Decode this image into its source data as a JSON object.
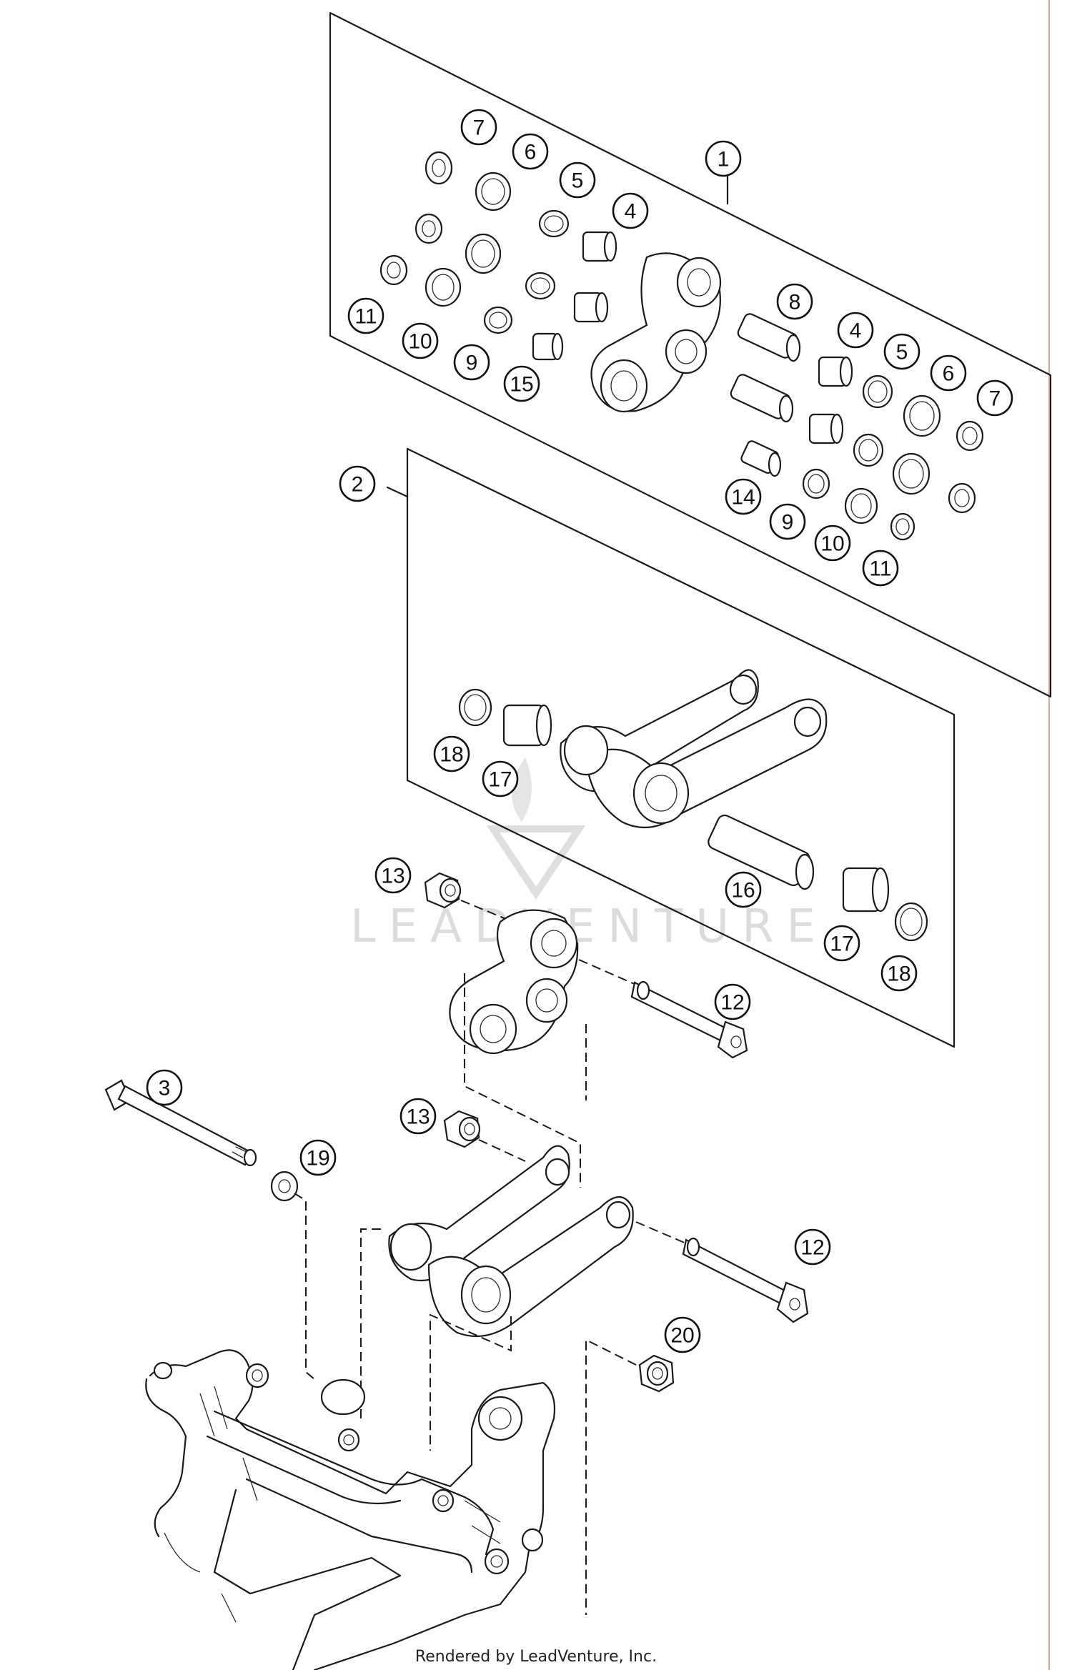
{
  "diagram": {
    "callouts": [
      "1",
      "2",
      "3",
      "4",
      "5",
      "6",
      "7",
      "8",
      "9",
      "10",
      "11",
      "12",
      "13",
      "14",
      "15",
      "16",
      "17",
      "18",
      "19",
      "20"
    ],
    "watermark": "LEADVENTURE",
    "footer": "Rendered by LeadVenture, Inc."
  }
}
